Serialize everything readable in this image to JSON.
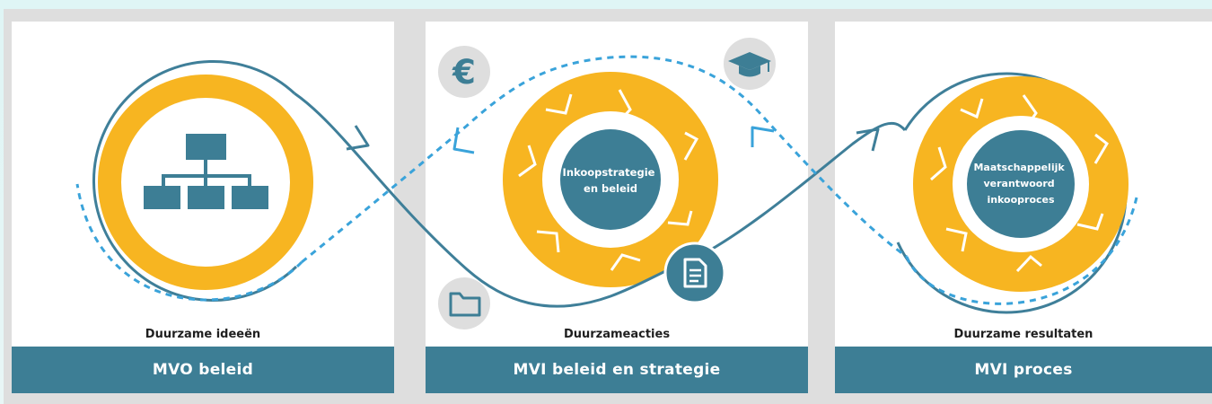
{
  "panels": [
    {
      "caption": "Duurzame ideeën",
      "title": "MVO beleid"
    },
    {
      "caption": "Duurzameacties",
      "title": "MVI beleid en strategie"
    },
    {
      "caption": "Duurzame resultaten",
      "title": "MVI proces"
    }
  ],
  "cycles": {
    "middle_center": [
      "Inkoopstrategie",
      "en beleid"
    ],
    "right_center": [
      "Maatschappelijk",
      "verantwoord",
      "inkooproces"
    ]
  },
  "icons": {
    "euro_symbol": "€",
    "left_icon": "org-chart-icon",
    "middle_icons": [
      "euro-icon",
      "graduation-cap-icon",
      "folder-icon",
      "document-icon"
    ]
  },
  "colors": {
    "accent_yellow": "#f7b521",
    "teal": "#3d7e95",
    "line_blue": "#3f7f99",
    "dash_blue": "#3aa3da",
    "icon_circle": "#dedede"
  }
}
